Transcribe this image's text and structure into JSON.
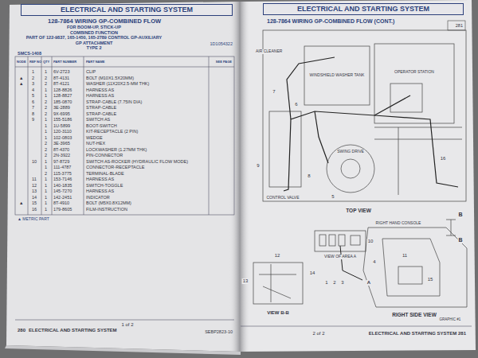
{
  "diagram": {
    "title": "128-7864 WIRING GP-COMBINED FLOW",
    "nodes": [
      {
        "text": [
          "ELECTRICAL AND STARTING SYSTEM"
        ]
      },
      {
        "text": [
          "ELECTRICAL AND STARTING SYSTEM"
        ]
      }
    ],
    "labels": [
      "FOR BOOM-UP, STICK-UP",
      "COMBINED FUNCTION",
      "PART OF 122-9837, 165-1450, 165-2789 CONTROL GP-AUXILIARY",
      "GP ATTACHMENT",
      "TYPE 2",
      "SMCS-1408",
      "1D1054322",
      "NODE",
      "REF NO",
      "QTY",
      "PART NUMBER",
      "PART NAME",
      "SEE PAGE",
      "1",
      "1",
      "6V-2723",
      "CLIP",
      "▲",
      "2",
      "2",
      "8T-4131",
      "BOLT (M10X1.5X20MM)",
      "▲",
      "3",
      "2",
      "8T-4121",
      "WASHER (11X20X2.5-MM THK)",
      "4",
      "1",
      "128-8826",
      "HARNESS AS",
      "5",
      "1",
      "128-8827",
      "HARNESS AS",
      "6",
      "2",
      "185-0870",
      "STRAP-CABLE (7.75IN DIA)",
      "7",
      "2",
      "3E-2889",
      "STRAP-CABLE",
      "8",
      "2",
      "9X-6995",
      "STRAP-CABLE",
      "9",
      "1",
      "155-5186",
      "SWITCH AS",
      "1",
      "1U-5899",
      "BOOT-SWITCH",
      "1",
      "120-3110",
      "KIT-RECEPTACLE (2 PIN)",
      "1",
      "102-0803",
      "WEDGE",
      "2",
      "3E-3965",
      "NUT-HEX",
      "2",
      "8T-4370",
      "LOCKWASHER (1.27MM THK)",
      "2",
      "2N-3922",
      "PIN-CONNECTOR",
      "10",
      "1",
      "97-8729",
      "SWITCH AS-ROCKER (HYDRAULIC FLOW MODE)",
      "1",
      "111-4787",
      "CONNECTOR-RECEPTACLE",
      "2",
      "115-3775",
      "TERMINAL-BLADE",
      "11",
      "1",
      "153-7146",
      "HARNESS AS",
      "12",
      "1",
      "140-1835",
      "SWITCH-TOGGLE",
      "13",
      "1",
      "145-7270",
      "HARNESS AS",
      "14",
      "1",
      "142-2451",
      "INDICATOR",
      "▲",
      "15",
      "1",
      "8T-4910",
      "BOLT (M5X0.8X12MM)",
      "16",
      "1",
      "179-8605",
      "FILM-INSTRUCTION",
      "▲ METRIC PART",
      "280",
      "ELECTRICAL AND STARTING SYSTEM",
      "1 of 2",
      "SEBP2823-10",
      "128-7864 WIRING GP-COMBINED FLOW (CONT.)",
      "281",
      "AIR CLEANER",
      "WINDSHIELD WASHER TANK",
      "OPERATOR STATION",
      "SWING DRIVE",
      "CONTROL VALVE",
      "TOP VIEW",
      "RIGHT HAND CONSOLE",
      "VIEW OF AREA A",
      "VIEW B-B",
      "RIGHT SIDE VIEW",
      "B",
      "B",
      "A",
      "GRAPHIC #1",
      "2 of 2",
      "ELECTRICAL AND STARTING SYSTEM",
      "281",
      "1",
      "2",
      "3",
      "4",
      "5",
      "6",
      "7",
      "8",
      "9",
      "10",
      "11",
      "12",
      "13",
      "14",
      "15",
      "16"
    ]
  }
}
